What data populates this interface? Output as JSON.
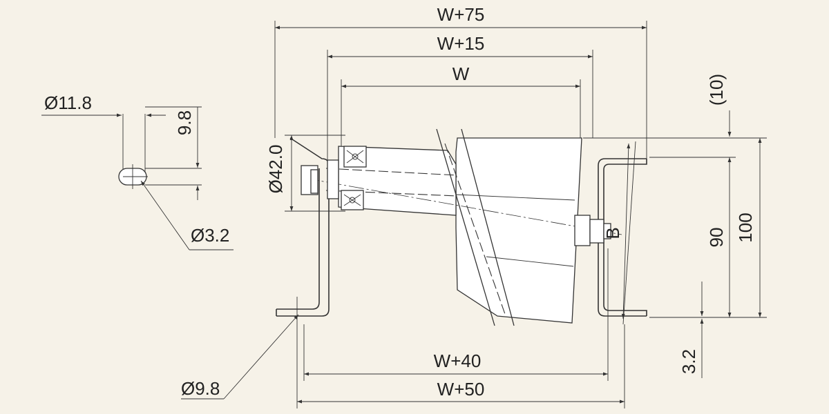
{
  "drawing": {
    "dimensions": {
      "w_plus_75": "W+75",
      "w_plus_15": "W+15",
      "w": "W",
      "w_plus_40": "W+40",
      "w_plus_50": "W+50",
      "dia_11_8": "Ø11.8",
      "h_9_8": "9.8",
      "dia_3_2": "Ø3.2",
      "dia_9_8": "Ø9.8",
      "dia_42": "Ø42.0",
      "ref_10": "(10)",
      "h_90": "90",
      "h_100": "100",
      "h_3_2": "3.2",
      "label_b": "B"
    }
  }
}
